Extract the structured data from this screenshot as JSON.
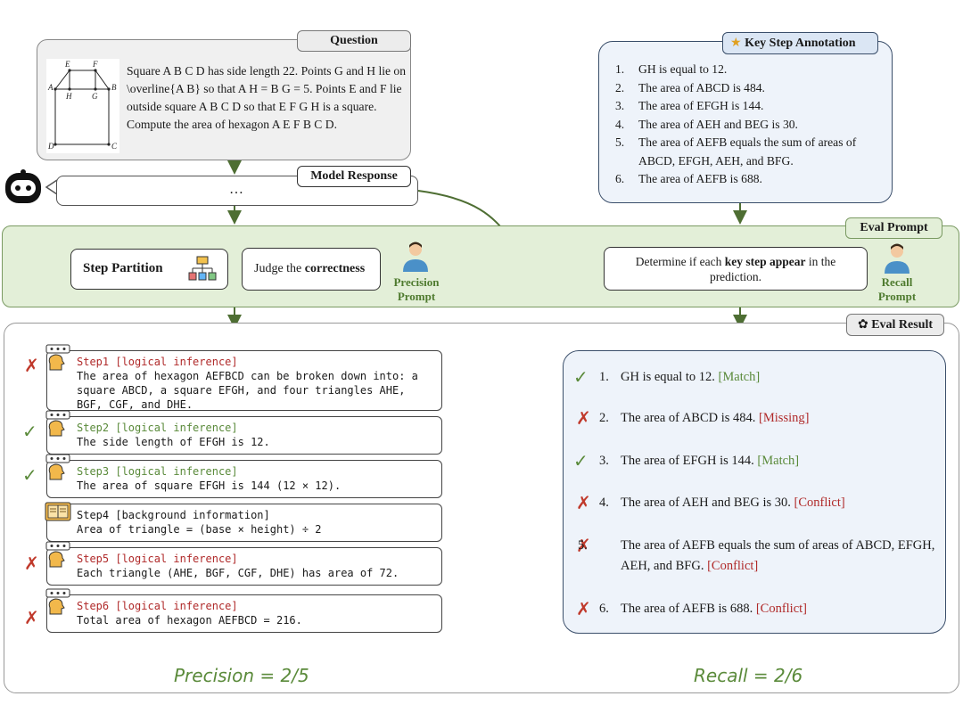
{
  "question": {
    "tag": "Question",
    "text": "Square A B C D has side length 22. Points G and H lie on \\overline{A B} so that A H = B G = 5. Points E and F lie outside square A B C D so that E F G H is a square. Compute the area of hexagon A E F B C D.",
    "figure_labels": {
      "e": "E",
      "f": "F",
      "a": "A",
      "b": "B",
      "h": "H",
      "g": "G",
      "d": "D",
      "c": "C"
    }
  },
  "annotation": {
    "tag": "Key Step Annotation",
    "items": [
      {
        "num": "1.",
        "text": "GH is equal to 12."
      },
      {
        "num": "2.",
        "text": "The area of ABCD is 484."
      },
      {
        "num": "3.",
        "text": "The area of EFGH is 144."
      },
      {
        "num": "4.",
        "text": "The area of AEH and BEG is 30."
      },
      {
        "num": "5.",
        "text": "The area of AEFB equals the sum of areas of ABCD, EFGH, AEH, and BFG."
      },
      {
        "num": "6.",
        "text": "The area of AEFB is 688."
      }
    ]
  },
  "response": {
    "tag": "Model Response",
    "ellipsis": "…"
  },
  "eval_prompt": {
    "tag": "Eval Prompt",
    "step_partition": "Step Partition",
    "judge_prefix": "Judge the ",
    "judge_bold": "correctness",
    "precision_label_1": "Precision",
    "precision_label_2": "Prompt",
    "determine_prefix": "Determine if each ",
    "determine_bold": "key step appear",
    "determine_suffix": " in the prediction.",
    "recall_label_1": "Recall",
    "recall_label_2": "Prompt"
  },
  "result": {
    "tag": "Eval Result",
    "steps": [
      {
        "header": "Step1 [logical inference]",
        "body": "The area of hexagon AEFBCD can be broken down into: a square ABCD, a square EFGH, and four triangles AHE, BGF, CGF, and DHE.",
        "mark": "✗",
        "status": "wrong"
      },
      {
        "header": "Step2 [logical inference]",
        "body": "The side length of EFGH is 12.",
        "mark": "✓",
        "status": "right"
      },
      {
        "header": "Step3 [logical inference]",
        "body": "The area of square EFGH is 144 (12 × 12).",
        "mark": "✓",
        "status": "right"
      },
      {
        "header": "Step4 [background information]",
        "body": "Area of triangle = (base × height) ÷ 2",
        "mark": "",
        "status": "background"
      },
      {
        "header": "Step5 [logical inference]",
        "body": "Each triangle (AHE, BGF, CGF, DHE) has area of 72.",
        "mark": "✗",
        "status": "wrong"
      },
      {
        "header": "Step6 [logical inference]",
        "body": "Total area of hexagon AEFBCD = 216.",
        "mark": "✗",
        "status": "wrong"
      }
    ],
    "recall": [
      {
        "num": "1.",
        "text": "GH is equal to 12.",
        "label": "[Match]",
        "mark": "✓"
      },
      {
        "num": "2.",
        "text": "The area of ABCD is 484.",
        "label": "[Missing]",
        "mark": "✗"
      },
      {
        "num": "3.",
        "text": "The area of EFGH is 144.",
        "label": "[Match]",
        "mark": "✓"
      },
      {
        "num": "4.",
        "text": "The area of AEH and BEG is 30.",
        "label": "[Conflict]",
        "mark": "✗"
      },
      {
        "num": "5.",
        "text": "The area of AEFB equals the sum of areas of ABCD, EFGH, AEH, and BFG.",
        "label": "[Conflict]",
        "mark": "✗"
      },
      {
        "num": "6.",
        "text": "The area of AEFB is 688.",
        "label": "[Conflict]",
        "mark": "✗"
      }
    ],
    "precision_score": "Precision = 2/5",
    "recall_score": "Recall = 2/6"
  },
  "colors": {
    "accent_green": "#5a8a3a",
    "error_red": "#b02a2a",
    "band_green": "#e3efd8",
    "panel_blue": "#eef3fa"
  }
}
